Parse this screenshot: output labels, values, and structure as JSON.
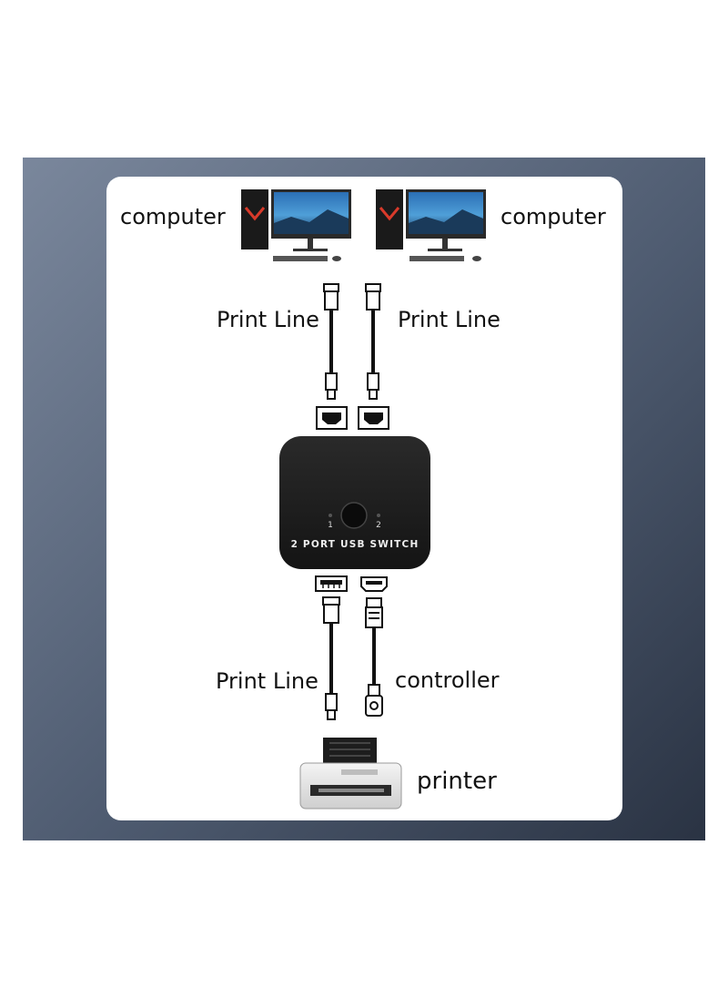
{
  "labels": {
    "computer_left": "computer",
    "computer_right": "computer",
    "print_line_top_left": "Print Line",
    "print_line_top_right": "Print Line",
    "print_line_bottom": "Print Line",
    "controller": "controller",
    "printer": "printer"
  },
  "device": {
    "name": "2 PORT USB SWITCH",
    "port_1": "1",
    "port_2": "2"
  },
  "colors": {
    "device_body": "#1c1c1c",
    "card": "#ffffff",
    "backdrop": "#4e5b70"
  }
}
